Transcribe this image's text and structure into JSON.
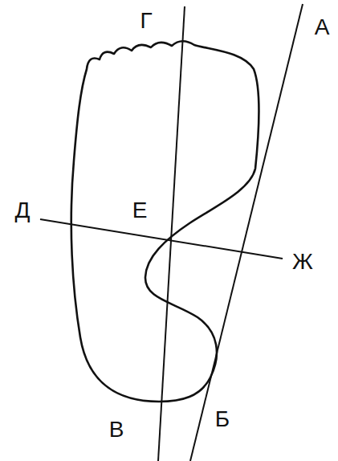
{
  "diagram": {
    "labels": [
      "Г",
      "А",
      "Д",
      "Е",
      "Ж",
      "В",
      "Б"
    ]
  }
}
